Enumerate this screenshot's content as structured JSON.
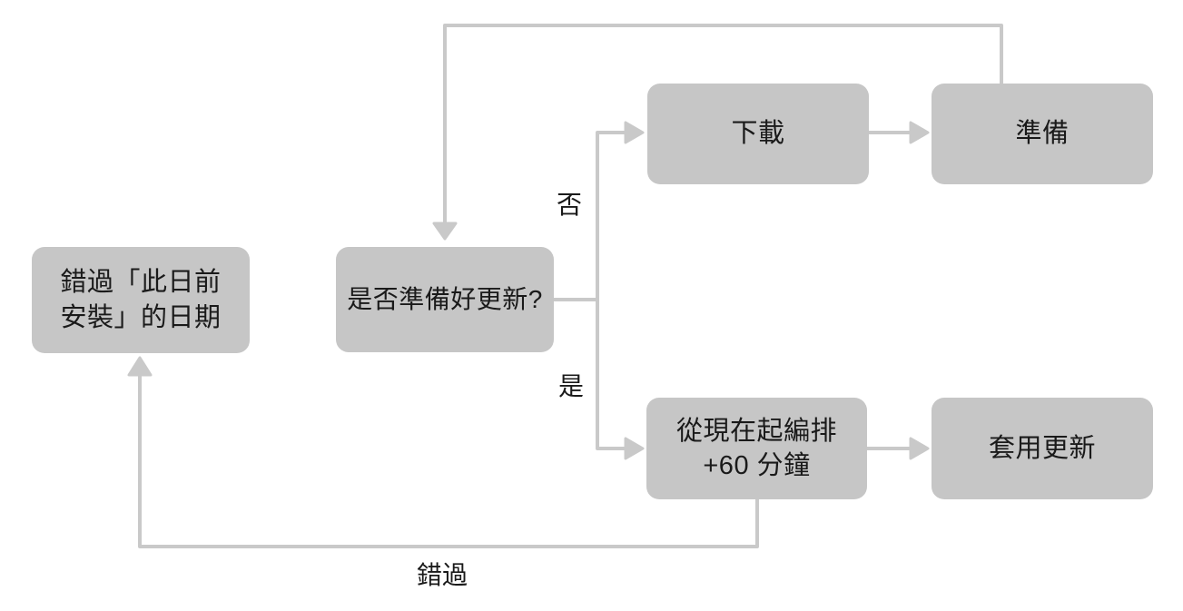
{
  "flowchart": {
    "colors": {
      "box_fill": "#c6c6c6",
      "line": "#c9c9c9",
      "text": "#1a1a1a",
      "background": "#ffffff"
    },
    "nodes": [
      {
        "id": "missed-install-date",
        "lines": [
          "錯過「此日前",
          "安裝」的日期"
        ]
      },
      {
        "id": "update-ready-check",
        "lines": [
          "是否準備好更新?"
        ]
      },
      {
        "id": "download",
        "lines": [
          "下載"
        ]
      },
      {
        "id": "prepare",
        "lines": [
          "準備"
        ]
      },
      {
        "id": "schedule-plus-60-min",
        "lines": [
          "從現在起編排",
          "+60 分鐘"
        ]
      },
      {
        "id": "apply-update",
        "lines": [
          "套用更新"
        ]
      }
    ],
    "edge_labels": {
      "no": "否",
      "yes": "是",
      "missed": "錯過"
    }
  }
}
